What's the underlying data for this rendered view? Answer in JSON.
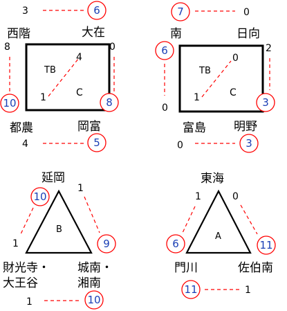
{
  "diagrams": {
    "q1": {
      "center_label": "TB",
      "teams": {
        "tl": "西階",
        "tr": "大在",
        "bl": "都農",
        "br": "岡富"
      },
      "top": {
        "score": "3",
        "pts": "6"
      },
      "bottom": {
        "score": "4",
        "pts": "5"
      },
      "left": {
        "score": "8",
        "pts": "10"
      },
      "right": {
        "score": "0",
        "pts": "8"
      },
      "diag": {
        "a": "1",
        "b": "4"
      },
      "anti": "C"
    },
    "q2": {
      "center_label": "TB",
      "teams": {
        "tl": "南",
        "tr": "日向",
        "bl": "富島",
        "br": "明野"
      },
      "top": {
        "score": "0",
        "pts": "7"
      },
      "bottom": {
        "score": "0",
        "pts": "3"
      },
      "left": {
        "score": "0",
        "pts": "6"
      },
      "right": {
        "score": "2",
        "pts": "3"
      },
      "diag": {
        "a": "1",
        "b": "0"
      },
      "anti": "C"
    },
    "t1": {
      "center_label": "B",
      "teams": {
        "top": "延岡",
        "bl1": "財光寺・",
        "bl2": "大王谷",
        "br1": "城南・",
        "br2": "湘南"
      },
      "left": {
        "score": "1",
        "pts": "10"
      },
      "right": {
        "score": "1",
        "pts": "9"
      },
      "bottom": {
        "score": "1",
        "pts": "10"
      }
    },
    "t2": {
      "center_label": "A",
      "teams": {
        "top": "東海",
        "bl": "門川",
        "br": "佐伯南"
      },
      "left": {
        "score": "1",
        "pts": "6"
      },
      "right": {
        "score": "0",
        "pts": "11"
      },
      "bottom": {
        "score": "1",
        "pts": "11"
      }
    }
  }
}
